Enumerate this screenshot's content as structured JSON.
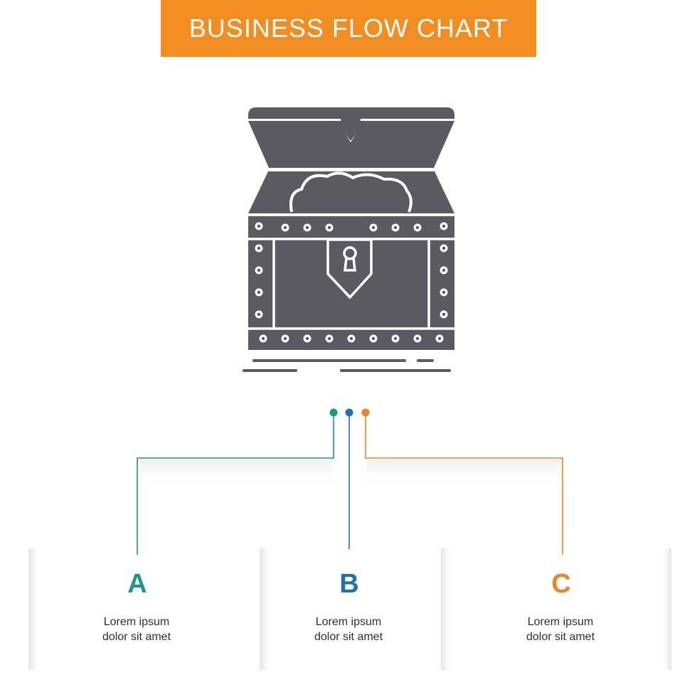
{
  "title": "BUSINESS FLOW CHART",
  "colors": {
    "banner": "#f28d22",
    "icon": "#5b5961",
    "teal": "#1e968a",
    "blue": "#1f6fb1",
    "orange": "#ee8422",
    "text": "#2f2f33"
  },
  "icon": "treasure-chest-icon",
  "options": [
    {
      "letter": "A",
      "line1": "Lorem ipsum",
      "line2": "dolor sit amet"
    },
    {
      "letter": "B",
      "line1": "Lorem ipsum",
      "line2": "dolor sit amet"
    },
    {
      "letter": "C",
      "line1": "Lorem ipsum",
      "line2": "dolor sit amet"
    }
  ]
}
